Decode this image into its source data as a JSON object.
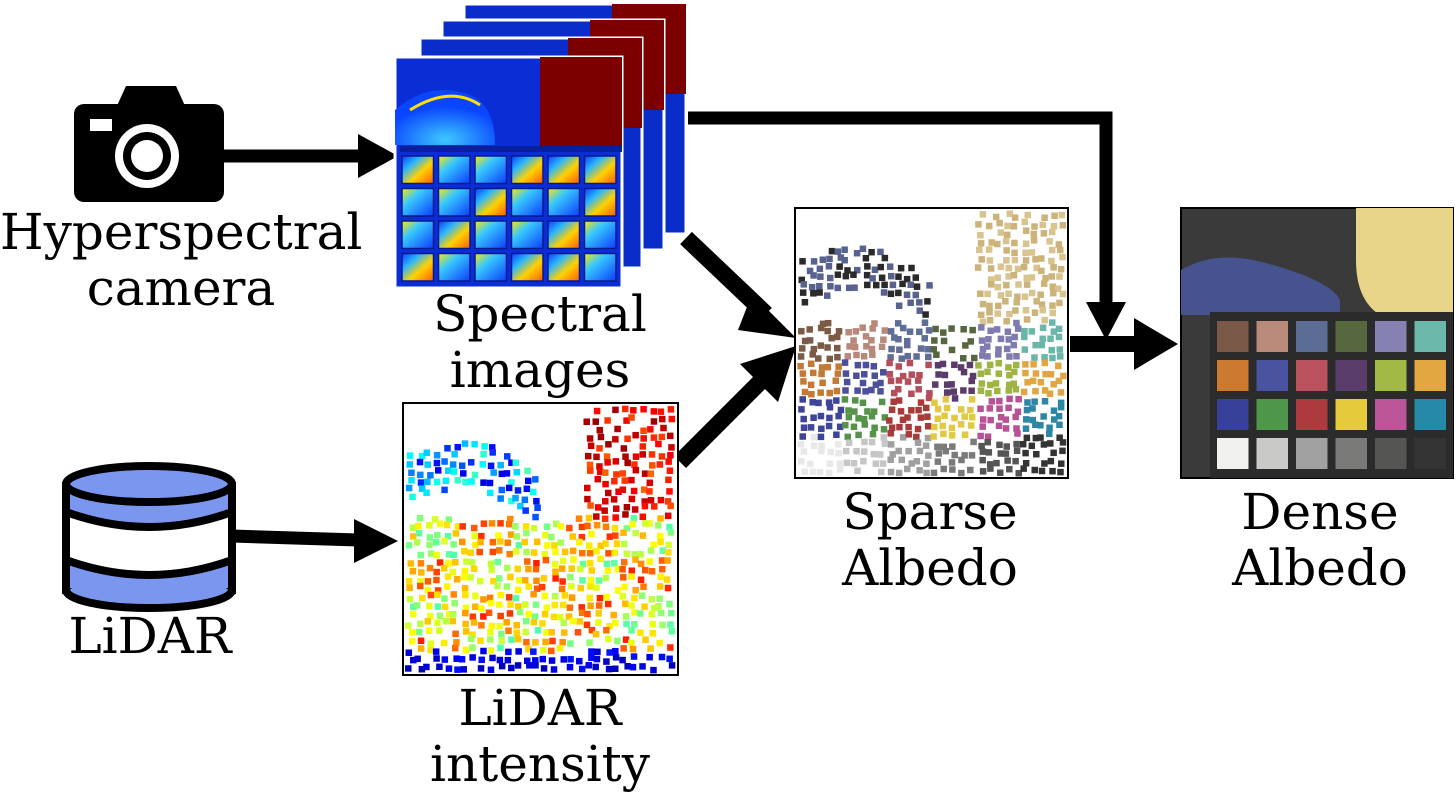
{
  "labels": {
    "camera": [
      "Hyperspectral",
      "camera"
    ],
    "lidar": [
      "LiDAR"
    ],
    "spectral": [
      "Spectral",
      "images"
    ],
    "lidar_intensity": [
      "LiDAR",
      "intensity"
    ],
    "sparse": [
      "Sparse",
      "Albedo"
    ],
    "dense": [
      "Dense",
      "Albedo"
    ]
  },
  "icons": {
    "camera": "camera-icon",
    "lidar": "database-icon"
  },
  "colors": {
    "ink": "#000000",
    "lidar_blue": "#7b96ef",
    "spectral_blue": "#0a2cc8",
    "spectral_red": "#7d0000",
    "dense_bg": "#3a3a3a"
  }
}
